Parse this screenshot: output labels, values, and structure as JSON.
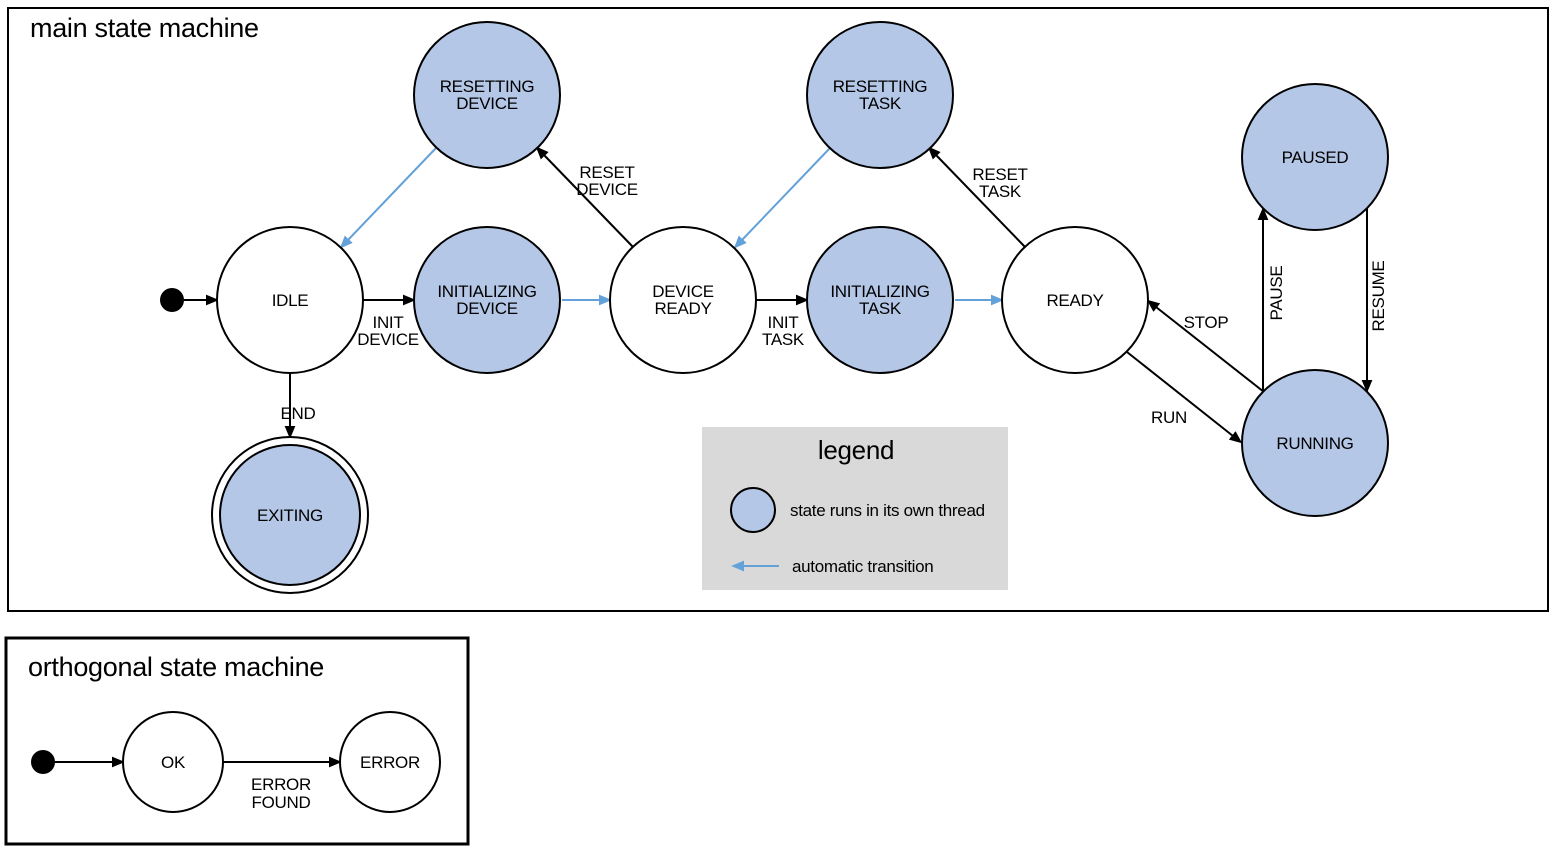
{
  "colors": {
    "threaded_state_fill": "#b4c7e7",
    "state_stroke": "#000000",
    "automatic_transition_arrow": "#64a1d8",
    "legend_background": "#d9d9d9"
  },
  "main_machine": {
    "title": "main state machine",
    "states": {
      "idle": {
        "label": "IDLE"
      },
      "initializing_device": {
        "line1": "INITIALIZING",
        "line2": "DEVICE"
      },
      "device_ready": {
        "line1": "DEVICE",
        "line2": "READY"
      },
      "initializing_task": {
        "line1": "INITIALIZING",
        "line2": "TASK"
      },
      "ready": {
        "label": "READY"
      },
      "resetting_device": {
        "line1": "RESETTING",
        "line2": "DEVICE"
      },
      "resetting_task": {
        "line1": "RESETTING",
        "line2": "TASK"
      },
      "paused": {
        "label": "PAUSED"
      },
      "running": {
        "label": "RUNNING"
      },
      "exiting": {
        "label": "EXITING"
      }
    },
    "transitions": {
      "init_device": {
        "line1": "INIT",
        "line2": "DEVICE"
      },
      "reset_device": {
        "line1": "RESET",
        "line2": "DEVICE"
      },
      "init_task": {
        "line1": "INIT",
        "line2": "TASK"
      },
      "reset_task": {
        "line1": "RESET",
        "line2": "TASK"
      },
      "end": {
        "label": "END"
      },
      "stop": {
        "label": "STOP"
      },
      "run": {
        "label": "RUN"
      },
      "pause": {
        "label": "PAUSE"
      },
      "resume": {
        "label": "RESUME"
      }
    },
    "legend": {
      "title": "legend",
      "threaded_state_label": "state runs in its own thread",
      "automatic_transition_label": "automatic transition"
    }
  },
  "orthogonal_machine": {
    "title": "orthogonal state machine",
    "states": {
      "ok": {
        "label": "OK"
      },
      "error": {
        "label": "ERROR"
      }
    },
    "transitions": {
      "error_found": {
        "line1": "ERROR",
        "line2": "FOUND"
      }
    }
  }
}
